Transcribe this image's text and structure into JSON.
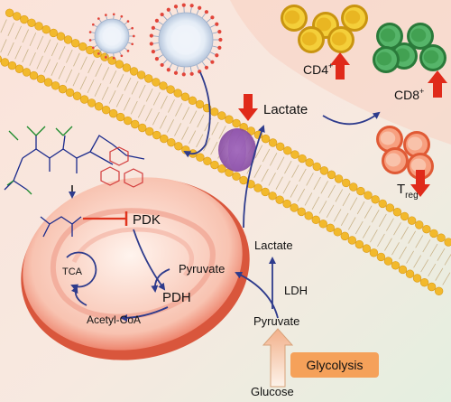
{
  "labels": {
    "cd4": "CD4",
    "cd4_sup": "+",
    "cd8": "CD8",
    "cd8_sup": "+",
    "treg": "T",
    "treg_sub": "reg",
    "lactate_out": "Lactate",
    "lactate_in": "Lactate",
    "ldh": "LDH",
    "pyruvate_cyto": "Pyruvate",
    "pyruvate_mito": "Pyruvate",
    "glucose": "Glucose",
    "glycolysis": "Glycolysis",
    "pdk": "PDK",
    "pdh": "PDH",
    "tca": "TCA",
    "acetyl_coa": "Acetyl-CoA"
  },
  "colors": {
    "membrane_head": "#f2b92c",
    "mito_outer": "#ea6a4c",
    "cd4_cell": "#e8b820",
    "cd8_cell": "#3e9e4e",
    "treg_cell": "#f07a4e",
    "up_arrow": "#e02a1a",
    "down_arrow": "#e02a1a",
    "pathway_arrow": "#2e3b8c",
    "glycolysis_box": "#f5a15a"
  }
}
